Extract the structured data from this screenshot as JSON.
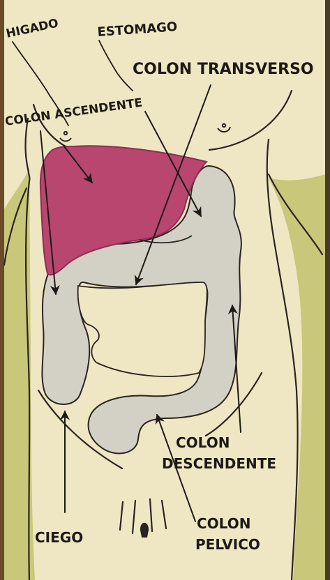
{
  "labels": {
    "higado": "HIGADO",
    "estomago": "ESTOMAGO",
    "colon_transverso": "COLON TRANSVERSO",
    "colon_ascendente": "COLON ASCENDENTE",
    "colon_descendente_1": "COLON",
    "colon_descendente_2": "DESCENDENTE",
    "ciego": "CIEGO",
    "colon_pelvico_1": "COLON",
    "colon_pelvico_2": "PELVICO"
  },
  "colors": {
    "paper": "#efe6c3",
    "liver": "#b8466f",
    "intestine": "#d3d1c6",
    "side_shading": "#c9c77a",
    "ink": "#1d1a16"
  }
}
